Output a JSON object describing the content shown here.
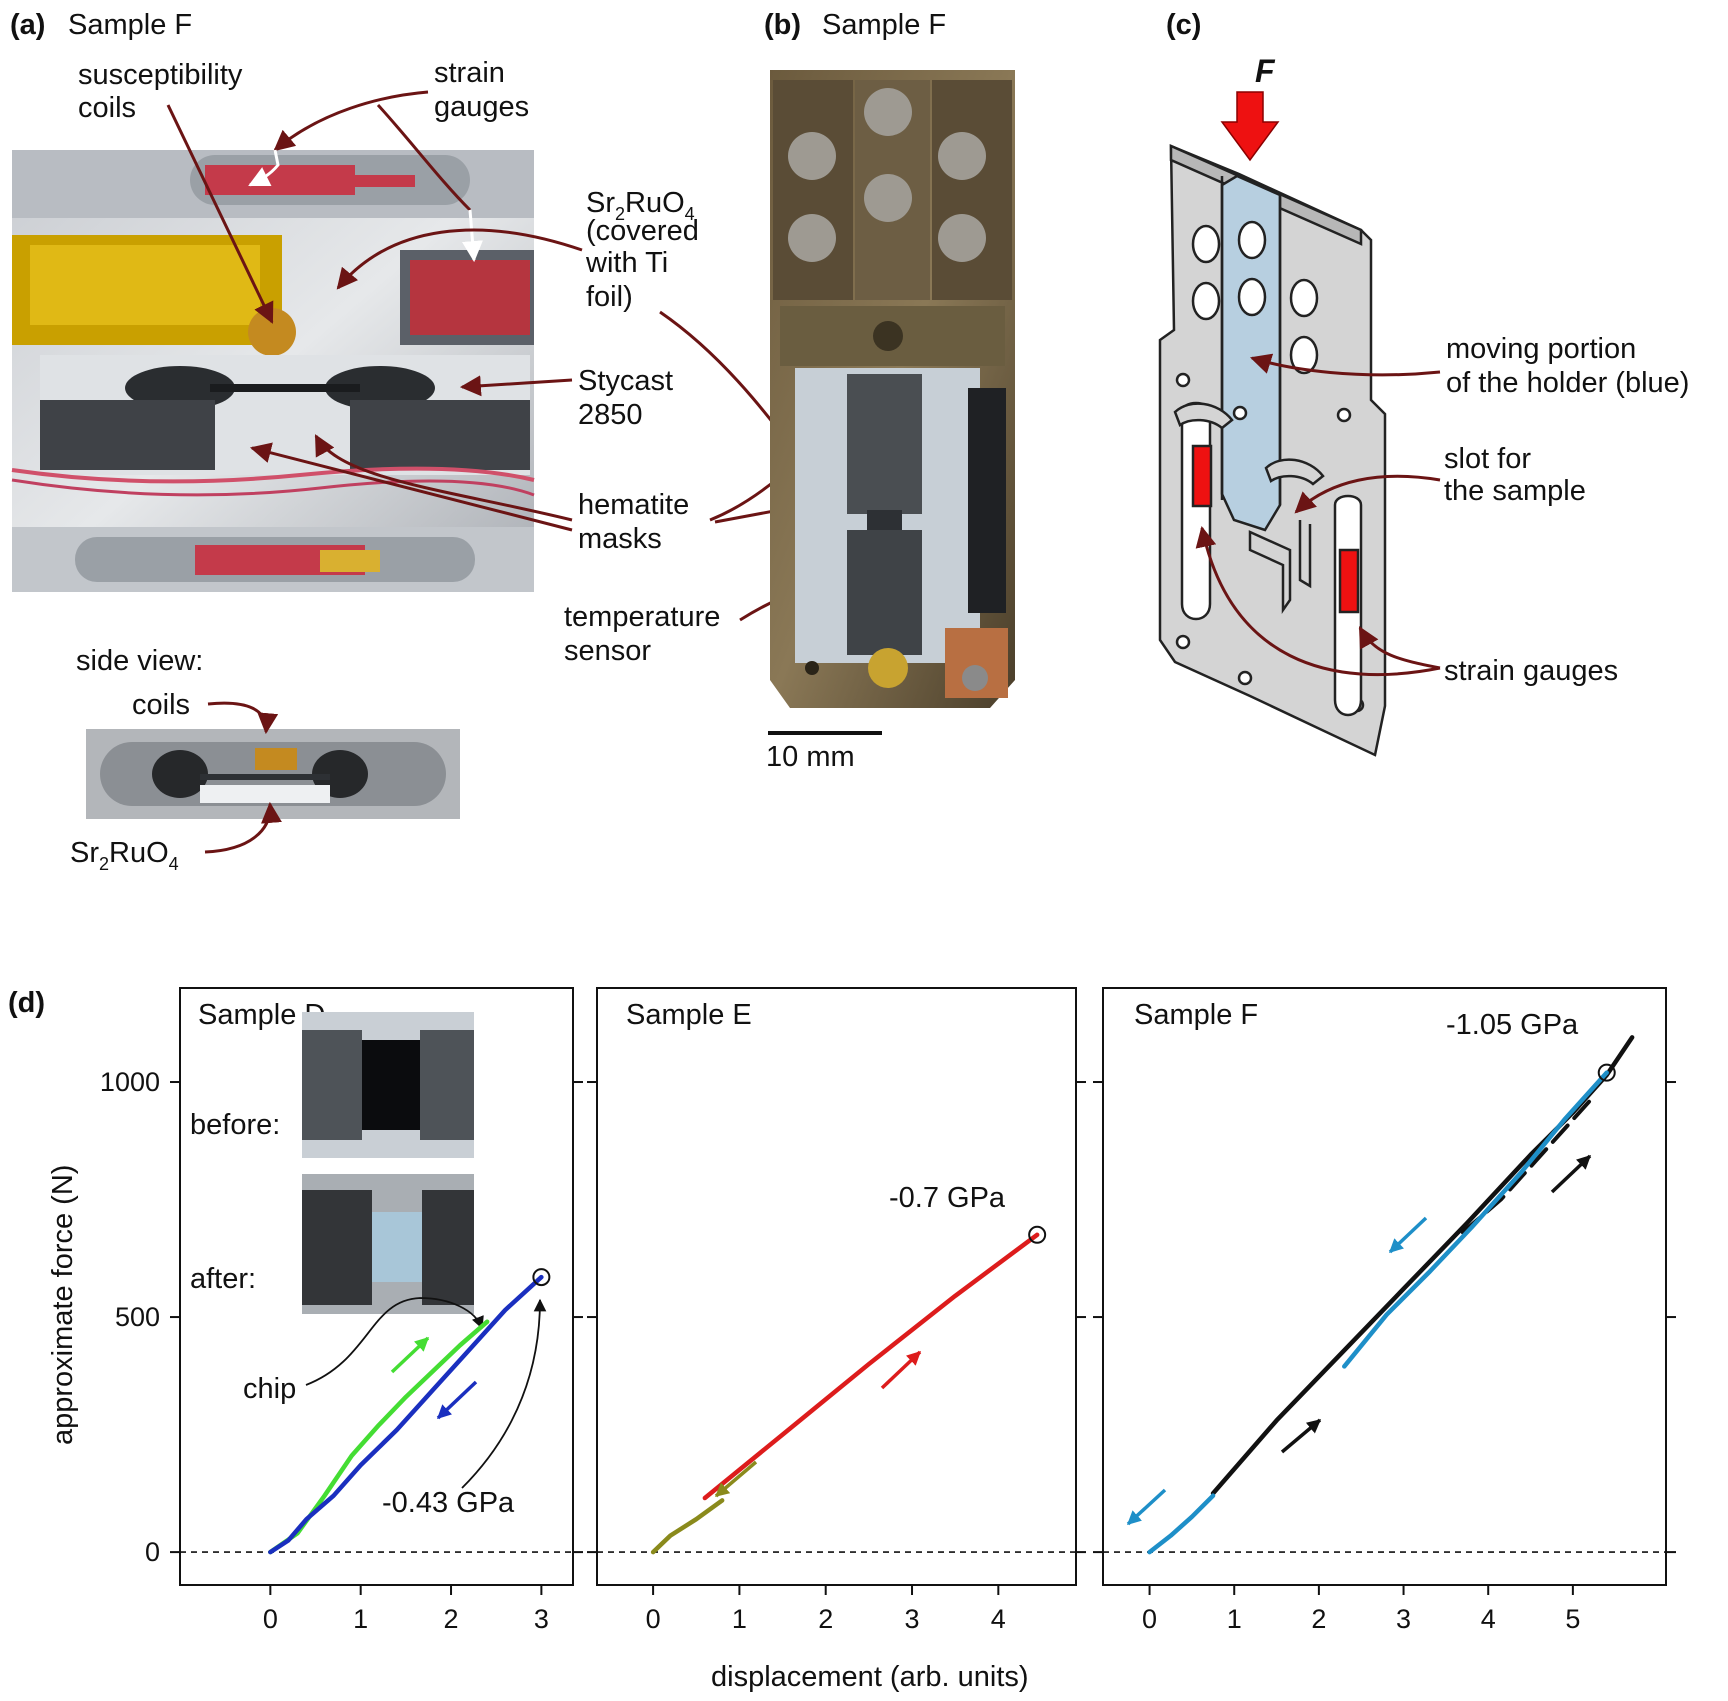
{
  "panels": {
    "a": {
      "letter": "(a)",
      "sample": "Sample F",
      "labels": {
        "coils1": "susceptibility",
        "coils2": "coils",
        "gauges1": "strain",
        "gauges2": "gauges",
        "sro_l1": "(covered",
        "sro_l2": "with Ti",
        "sro_l3": "foil)",
        "stycast1": "Stycast",
        "stycast2": "2850",
        "hematite1": "hematite",
        "hematite2": "masks",
        "temp1": "temperature",
        "temp2": "sensor",
        "side_view": "side view:",
        "side_coils": "coils"
      },
      "formula": {
        "p1": "Sr",
        "s1": "2",
        "p2": "RuO",
        "s2": "4"
      }
    },
    "b": {
      "letter": "(b)",
      "sample": "Sample F",
      "scale_bar": "10 mm"
    },
    "c": {
      "letter": "(c)",
      "force": "F",
      "labels": {
        "moving1": "moving portion",
        "moving2": "of the holder (blue)",
        "slot1": "slot for",
        "slot2": "the sample",
        "gauges": "strain gauges"
      }
    },
    "d": {
      "letter": "(d)",
      "before": "before:",
      "after": "after:",
      "chip": "chip"
    }
  },
  "colors": {
    "annotation": "#6b1414",
    "holder_gray": "#d4d4d4",
    "holder_blue": "#b7cfe0",
    "gauge_red": "#ee1111",
    "force_arrow": "#ee1111",
    "green": "#44dd33",
    "blue": "#1a2fbf",
    "red": "#dd1c1c",
    "olive": "#8a8a1c",
    "black": "#111111",
    "cyan": "#1e8fc8"
  },
  "chart_data": [
    {
      "type": "line",
      "title": "Sample D",
      "xlabel": "displacement (arb. units)",
      "ylabel": "approximate force (N)",
      "xlim": [
        -1.0,
        3.35
      ],
      "ylim": [
        -70,
        1200
      ],
      "xticks": [
        0,
        1,
        2,
        3
      ],
      "yticks": [
        0,
        500,
        1000
      ],
      "annotation": "-0.43 GPa",
      "series": [
        {
          "color": "green",
          "x": [
            0,
            0.3,
            0.6,
            0.9,
            1.2,
            1.5,
            1.8,
            2.1,
            2.4
          ],
          "y": [
            0,
            40,
            120,
            205,
            270,
            330,
            385,
            440,
            490
          ]
        },
        {
          "color": "blue",
          "x": [
            3.0,
            2.6,
            2.2,
            1.8,
            1.4,
            1.0,
            0.7,
            0.4,
            0.2,
            0.0
          ],
          "y": [
            585,
            515,
            430,
            345,
            260,
            185,
            120,
            70,
            25,
            0
          ]
        }
      ]
    },
    {
      "type": "line",
      "title": "Sample E",
      "xlabel": "",
      "ylabel": "",
      "xlim": [
        -0.65,
        4.9
      ],
      "ylim": [
        -70,
        1200
      ],
      "xticks": [
        0,
        1,
        2,
        3,
        4
      ],
      "yticks": [
        0,
        500,
        1000
      ],
      "annotation": "-0.7 GPa",
      "series": [
        {
          "color": "red",
          "x": [
            0.6,
            1.5,
            2.5,
            3.5,
            4.45
          ],
          "y": [
            115,
            250,
            400,
            545,
            675
          ]
        },
        {
          "color": "olive",
          "x": [
            0.8,
            0.5,
            0.2,
            0.0
          ],
          "y": [
            110,
            70,
            35,
            0
          ]
        }
      ]
    },
    {
      "type": "line",
      "title": "Sample F",
      "xlabel": "",
      "ylabel": "",
      "xlim": [
        -0.55,
        6.1
      ],
      "ylim": [
        -70,
        1200
      ],
      "xticks": [
        0,
        1,
        2,
        3,
        4,
        5
      ],
      "yticks": [
        0,
        500,
        1000
      ],
      "annotation": "-1.05 GPa",
      "series": [
        {
          "color": "black",
          "x": [
            0.75,
            1.5,
            2.25,
            3.0,
            3.75,
            4.5,
            5.0,
            5.4,
            5.7
          ],
          "y": [
            125,
            280,
            420,
            560,
            700,
            845,
            935,
            1015,
            1095
          ]
        },
        {
          "color": "black_dashed",
          "x": [
            3.7,
            4.15,
            4.5,
            5.2
          ],
          "y": [
            680,
            750,
            820,
            960
          ]
        },
        {
          "color": "cyan",
          "x": [
            5.4,
            4.9,
            4.4,
            3.8,
            3.3,
            2.8,
            2.3
          ],
          "y": [
            1020,
            920,
            810,
            690,
            595,
            505,
            395
          ]
        },
        {
          "color": "cyan",
          "x": [
            0.75,
            0.5,
            0.25,
            0.0
          ],
          "y": [
            120,
            75,
            35,
            0
          ]
        }
      ]
    }
  ]
}
